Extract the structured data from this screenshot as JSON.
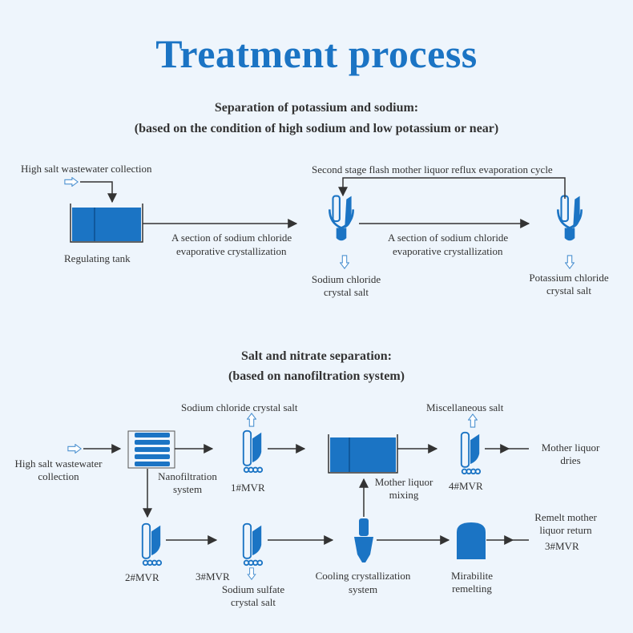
{
  "title": "Treatment process",
  "section1": {
    "heading_line1": "Separation of potassium and sodium:",
    "heading_line2": "(based on the condition of high sodium and low potassium or near)",
    "input_label": "High salt wastewater collection",
    "tank_label": "Regulating tank",
    "step1_line1": "A section of sodium chloride",
    "step1_line2": "evaporative crystallization",
    "step2_line1": "A section of sodium chloride",
    "step2_line2": "evaporative crystallization",
    "reflux_label": "Second stage flash mother liquor reflux evaporation cycle",
    "out1_line1": "Sodium chloride",
    "out1_line2": "crystal salt",
    "out2_line1": "Potassium chloride",
    "out2_line2": "crystal salt"
  },
  "section2": {
    "heading_line1": "Salt and nitrate separation:",
    "heading_line2": "(based on nanofiltration system)",
    "input_line1": "High salt wastewater",
    "input_line2": "collection",
    "nf_line1": "Nanofiltration",
    "nf_line2": "system",
    "nacl_label": "Sodium chloride crystal salt",
    "mvr1": "1#MVR",
    "misc_label": "Miscellaneous salt",
    "mvr4": "4#MVR",
    "mother_dries_line1": "Mother liquor",
    "mother_dries_line2": "dries",
    "mixing_line1": "Mother liquor",
    "mixing_line2": "mixing",
    "mvr2": "2#MVR",
    "mvr3": "3#MVR",
    "na2so4_line1": "Sodium sulfate",
    "na2so4_line2": "crystal salt",
    "cooling_line1": "Cooling crystallization",
    "cooling_line2": "system",
    "mirabilite_line1": "Mirabilite",
    "mirabilite_line2": "remelting",
    "remelt_line1": "Remelt mother",
    "remelt_line2": "liquor return",
    "remelt_line3": "3#MVR"
  },
  "colors": {
    "accent": "#1b74c4",
    "line": "#333333",
    "hollow_arrow": "#4a90d0"
  }
}
